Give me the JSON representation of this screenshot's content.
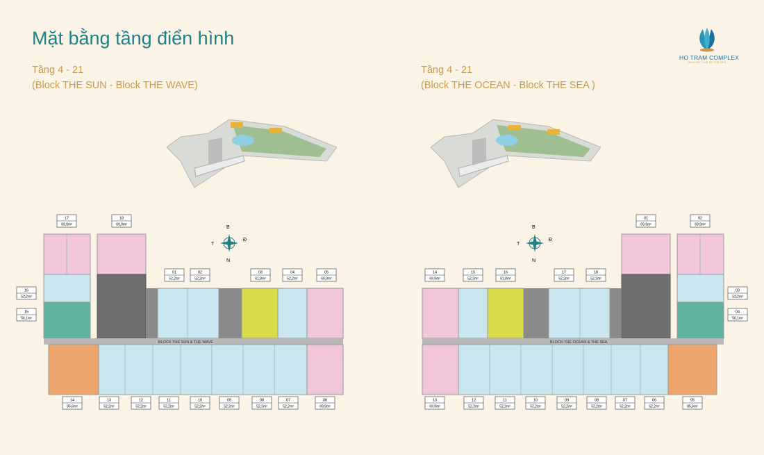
{
  "heading": "Mặt bằng tầng điển hình",
  "brand": {
    "name": "HO TRAM COMPLEX",
    "tagline": "HEALTHY LIVE BY THE SEA"
  },
  "left": {
    "floors": "Tầng 4 - 21",
    "blocks": "(Block THE SUN - Block THE WAVE)",
    "corridor": "BLOCK THE SUN & THE WAVE",
    "compass": {
      "n": "B",
      "s": "N",
      "w": "T",
      "e": "Đ"
    },
    "units": [
      {
        "id": "17",
        "area": "69,9m²"
      },
      {
        "id": "18",
        "area": "69,9m²"
      },
      {
        "id": "01",
        "area": "52,2m²"
      },
      {
        "id": "02",
        "area": "52,2m²"
      },
      {
        "id": "03",
        "area": "61,8m²"
      },
      {
        "id": "04",
        "area": "52,2m²"
      },
      {
        "id": "05",
        "area": "69,9m²"
      },
      {
        "id": "16",
        "area": "52,2m²"
      },
      {
        "id": "15",
        "area": "56,1m²"
      },
      {
        "id": "14",
        "area": "85,6m²"
      },
      {
        "id": "13",
        "area": "52,2m²"
      },
      {
        "id": "12",
        "area": "52,2m²"
      },
      {
        "id": "11",
        "area": "52,2m²"
      },
      {
        "id": "10",
        "area": "52,2m²"
      },
      {
        "id": "09",
        "area": "52,2m²"
      },
      {
        "id": "08",
        "area": "52,2m²"
      },
      {
        "id": "07",
        "area": "52,2m²"
      },
      {
        "id": "06",
        "area": "69,9m²"
      }
    ]
  },
  "right": {
    "floors": "Tầng 4 - 21",
    "blocks": "(Block THE OCEAN - Block THE SEA )",
    "corridor": "BLOCK THE OCEAN & THE SEA",
    "compass": {
      "n": "B",
      "s": "N",
      "w": "T",
      "e": "Đ"
    },
    "units": [
      {
        "id": "01",
        "area": "69,9m²"
      },
      {
        "id": "02",
        "area": "69,9m²"
      },
      {
        "id": "14",
        "area": "69,9m²"
      },
      {
        "id": "15",
        "area": "52,2m²"
      },
      {
        "id": "16",
        "area": "61,8m²"
      },
      {
        "id": "17",
        "area": "52,2m²"
      },
      {
        "id": "18",
        "area": "52,2m²"
      },
      {
        "id": "03",
        "area": "52,2m²"
      },
      {
        "id": "04",
        "area": "56,1m²"
      },
      {
        "id": "13",
        "area": "69,9m²"
      },
      {
        "id": "12",
        "area": "52,2m²"
      },
      {
        "id": "11",
        "area": "52,2m²"
      },
      {
        "id": "10",
        "area": "52,2m²"
      },
      {
        "id": "09",
        "area": "52,2m²"
      },
      {
        "id": "08",
        "area": "52,2m²"
      },
      {
        "id": "07",
        "area": "52,2m²"
      },
      {
        "id": "06",
        "area": "52,2m²"
      },
      {
        "id": "05",
        "area": "85,6m²"
      }
    ]
  },
  "colors": {
    "teal": "#1f7f86",
    "gold": "#c59a4f",
    "blue": "#c9e6ee",
    "pink": "#f2c6da",
    "green": "#5fb3a0",
    "yellow": "#d9dc4a",
    "orange": "#efa56e",
    "gray": "#6f6f6f"
  }
}
